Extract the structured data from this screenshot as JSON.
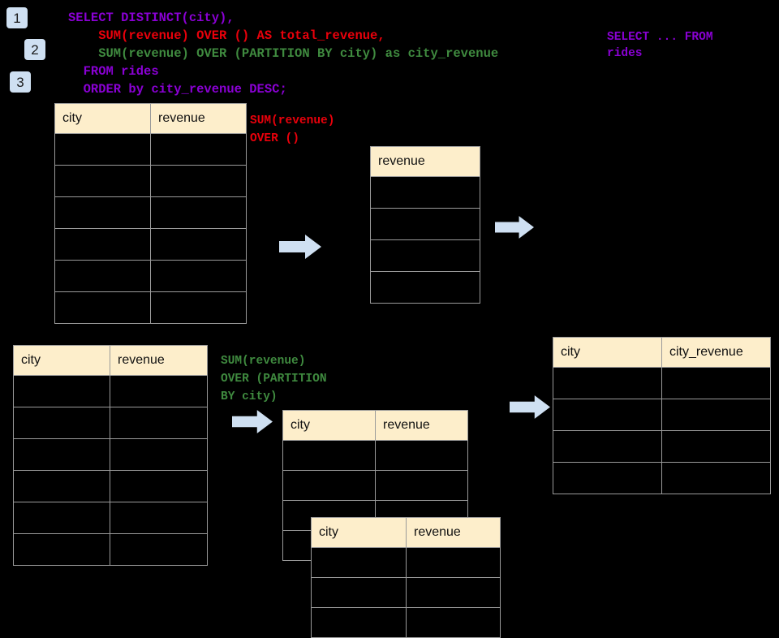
{
  "diagram": {
    "title": "SQL window function execution diagram",
    "background_color": "#000000",
    "header_fill": "#fdeecb",
    "grid_line_color": "#9a9a9a",
    "arrow_color": "#cfe0f2",
    "badge_color": "#cfe0f2"
  },
  "badges": [
    {
      "label": "1"
    },
    {
      "label": "2"
    },
    {
      "label": "3"
    }
  ],
  "query": {
    "lines": [
      {
        "text": "SELECT DISTINCT(city),",
        "color": "#8a00d4"
      },
      {
        "text": "    SUM(revenue) OVER () AS total_revenue,",
        "color": "#e8000b"
      },
      {
        "text": "    SUM(revenue) OVER (PARTITION BY city) as city_revenue",
        "color": "#3f8a3f"
      },
      {
        "text": "  FROM rides",
        "color": "#8a00d4"
      },
      {
        "text": "  ORDER by city_revenue DESC;",
        "color": "#8a00d4"
      }
    ]
  },
  "annotations": {
    "source_query": {
      "text": "SELECT ... FROM\nrides",
      "color": "#8a00d4"
    },
    "total_revenue": {
      "text": "SUM(revenue)\nOVER ()",
      "color": "#e8000b"
    },
    "city_revenue": {
      "text": "SUM(revenue)\nOVER (PARTITION\nBY city)",
      "color": "#3f8a3f"
    }
  },
  "tables": {
    "source_top": {
      "name": "rides-top",
      "headers": [
        "city",
        "revenue"
      ],
      "row_count": 6,
      "rows": [
        [
          "",
          ""
        ],
        [
          "",
          ""
        ],
        [
          "",
          ""
        ],
        [
          "",
          ""
        ],
        [
          "",
          ""
        ],
        [
          "",
          ""
        ]
      ]
    },
    "total_revenue": {
      "name": "total-revenue",
      "headers": [
        "revenue"
      ],
      "row_count": 4,
      "rows": [
        [
          ""
        ],
        [
          ""
        ],
        [
          ""
        ],
        [
          ""
        ]
      ]
    },
    "source_bottom": {
      "name": "rides-bottom",
      "headers": [
        "city",
        "revenue"
      ],
      "row_count": 6,
      "rows": [
        [
          "",
          ""
        ],
        [
          "",
          ""
        ],
        [
          "",
          ""
        ],
        [
          "",
          ""
        ],
        [
          "",
          ""
        ],
        [
          "",
          ""
        ]
      ]
    },
    "partition_a": {
      "name": "partition-a",
      "headers": [
        "city",
        "revenue"
      ],
      "row_count": 4,
      "rows": [
        [
          "",
          ""
        ],
        [
          "",
          ""
        ],
        [
          "",
          ""
        ],
        [
          "",
          ""
        ]
      ]
    },
    "partition_b": {
      "name": "partition-b",
      "headers": [
        "city",
        "revenue"
      ],
      "row_count": 3,
      "rows": [
        [
          "",
          ""
        ],
        [
          "",
          ""
        ],
        [
          "",
          ""
        ]
      ]
    },
    "result": {
      "name": "result",
      "headers": [
        "city",
        "city_revenue"
      ],
      "row_count": 4,
      "rows": [
        [
          "",
          ""
        ],
        [
          "",
          ""
        ],
        [
          "",
          ""
        ],
        [
          "",
          ""
        ]
      ]
    }
  },
  "arrows": [
    {
      "name": "arrow-source-to-total"
    },
    {
      "name": "arrow-total-to-result"
    },
    {
      "name": "arrow-source-to-partition"
    },
    {
      "name": "arrow-partition-to-result"
    }
  ]
}
